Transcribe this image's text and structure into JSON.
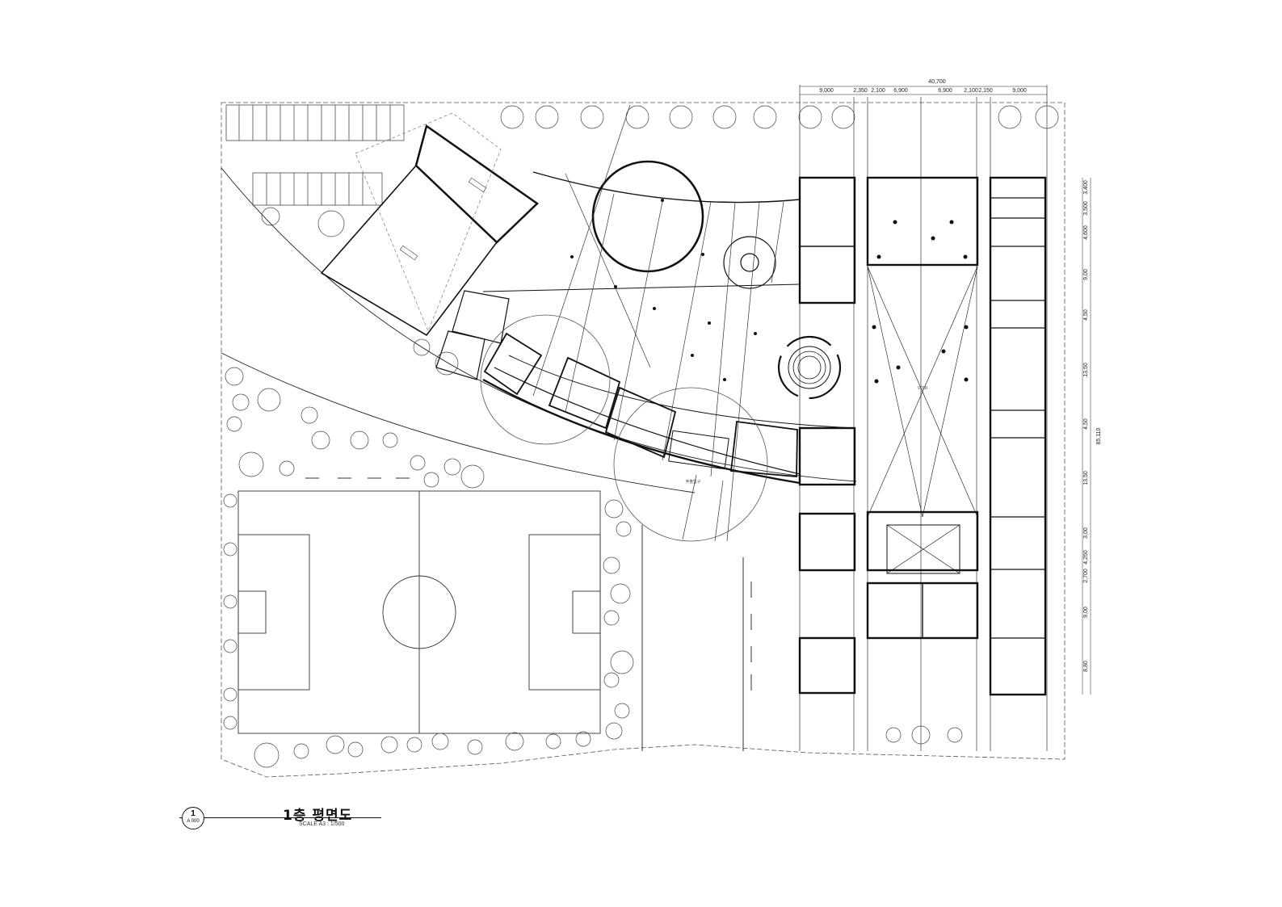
{
  "sheet": {
    "title": "1층 평면도",
    "scale": "SCALE A3 : 1/500",
    "detail_number": "1",
    "detail_sheet": "A 000"
  },
  "dimensions": {
    "overall_width": "40,700",
    "top_segments": [
      "9,000",
      "2,350",
      "2,100",
      "6,900",
      "6,900",
      "2,100",
      "2,150",
      "9,000"
    ],
    "overall_height": "85,110",
    "right_segments": [
      "3,400",
      "3,500",
      "4,600",
      "9,00",
      "4,50",
      "13,50",
      "4,50",
      "13,50",
      "3,00",
      "4,250",
      "2,700",
      "9,00",
      "8,80"
    ]
  },
  "labels": {
    "void": "VOID",
    "entrance": "주출입구"
  },
  "colors": {
    "line": "#111111",
    "thin_line": "#555555",
    "background": "#ffffff"
  }
}
